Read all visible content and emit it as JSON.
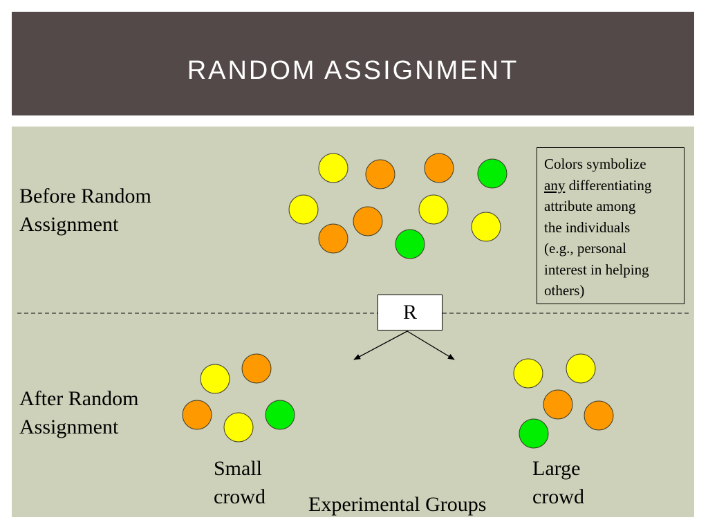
{
  "title": "RANDOM ASSIGNMENT",
  "labels": {
    "before": [
      "Before Random",
      "Assignment"
    ],
    "after": [
      "After Random",
      "Assignment"
    ],
    "small": [
      "Small",
      "crowd"
    ],
    "large": [
      "Large",
      "crowd"
    ],
    "experimental": "Experimental Groups",
    "r": "R"
  },
  "note": {
    "line1": "Colors symbolize",
    "any": "any",
    "line2_rest": " differentiating",
    "line3": "attribute among",
    "line4": "the individuals",
    "line5": "(e.g., personal",
    "line6": "interest in helping",
    "line7": "others)"
  },
  "colors": {
    "yellow": "#ffff00",
    "orange": "#ff9900",
    "green": "#00ee00",
    "title_bg": "#524948",
    "content_bg": "#cdd1b9"
  }
}
